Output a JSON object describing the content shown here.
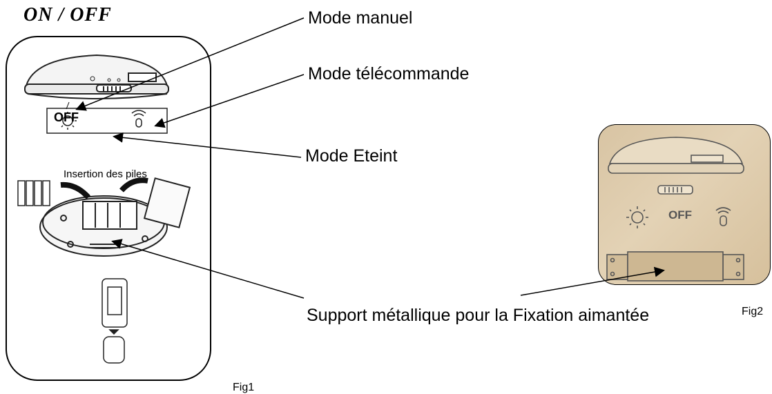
{
  "title": "ON / OFF",
  "labels": {
    "mode_manuel": "Mode manuel",
    "mode_telecommande": "Mode télécommande",
    "mode_eteint": "Mode  Eteint",
    "support": "Support métallique pour la Fixation aimantée"
  },
  "fig1": {
    "caption": "Fig1",
    "battery_label": "Insertion des piles",
    "switch_off": "OFF"
  },
  "fig2": {
    "caption": "Fig2",
    "switch_off": "OFF"
  },
  "colors": {
    "fig2_background": "#dcc8a6",
    "line": "#000000"
  }
}
